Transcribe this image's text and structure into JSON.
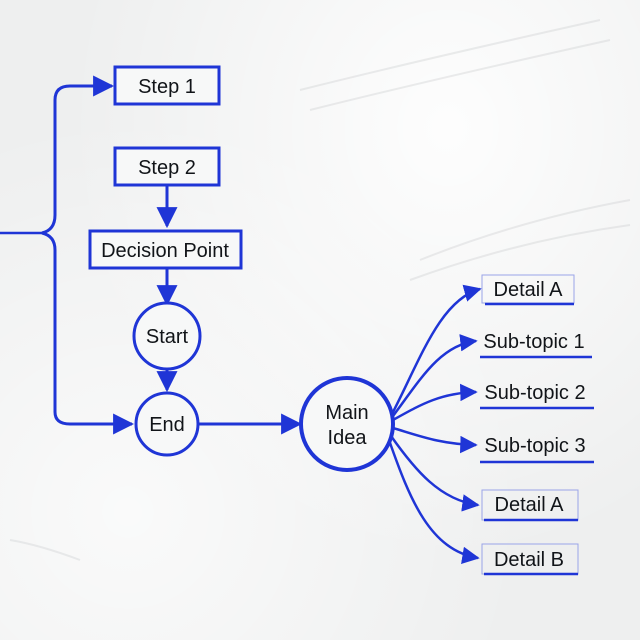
{
  "colors": {
    "ink": "#1f35d6",
    "text": "#111418",
    "board": "#eeefef"
  },
  "flow": {
    "step1": "Step 1",
    "step2": "Step 2",
    "decision": "Decision Point",
    "start": "Start",
    "end": "End"
  },
  "mindmap": {
    "center_line1": "Main",
    "center_line2": "Idea",
    "branches": [
      "Detail A",
      "Sub-topic 1",
      "Sub-topic 2",
      "Sub-topic 3",
      "Detail A",
      "Detail B"
    ]
  }
}
